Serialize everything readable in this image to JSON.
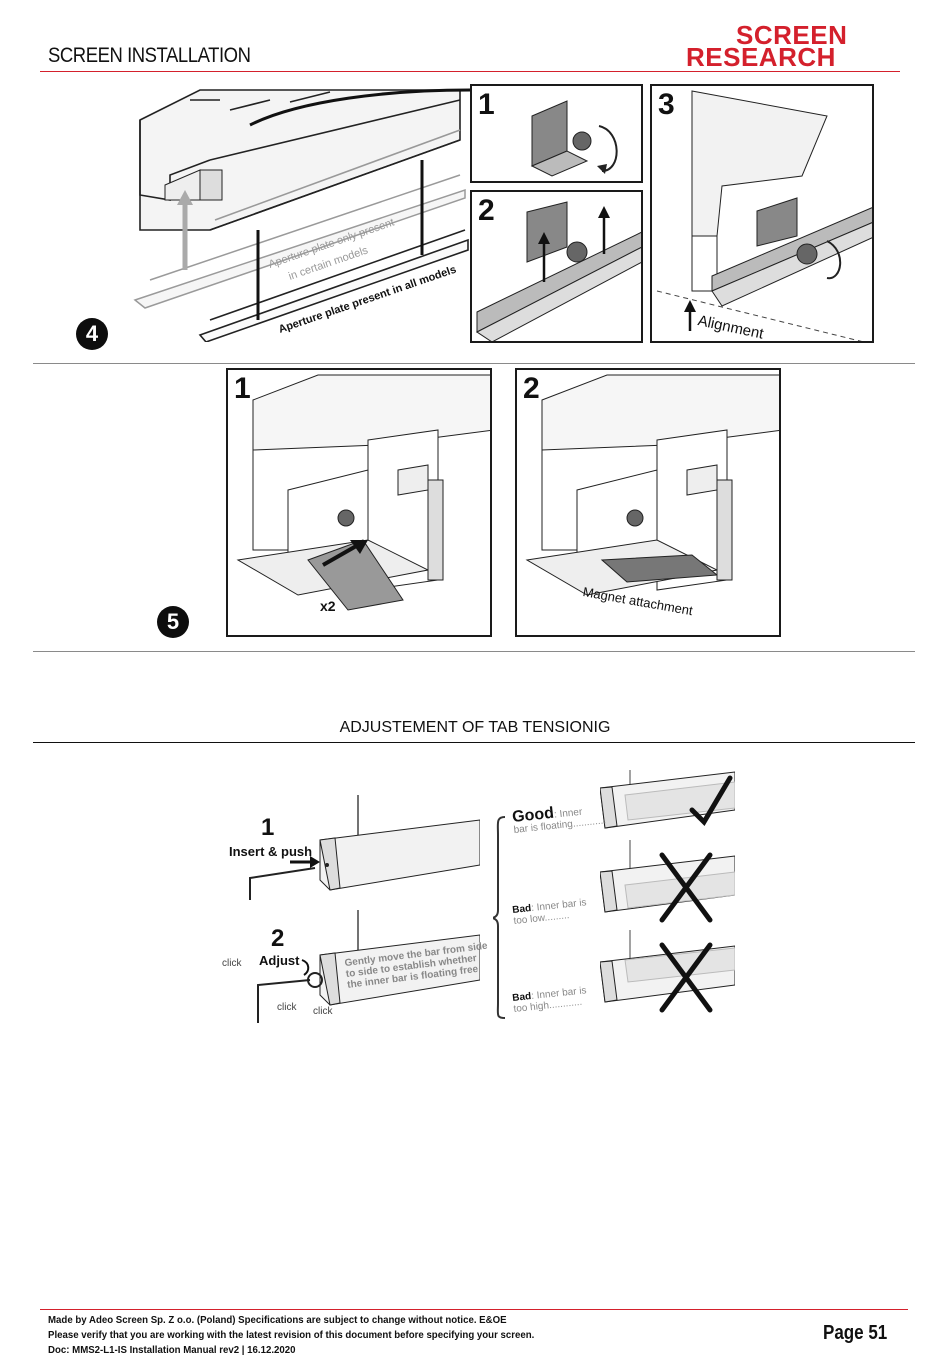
{
  "header": {
    "title": "SCREEN INSTALLATION",
    "logo_line1": "SCREEN",
    "logo_line2": "RESEARCH",
    "brand_color": "#d4202c"
  },
  "step4": {
    "bullet": "❹",
    "label_aperture_optional": "Aperture plate only present in certain models",
    "label_aperture_optional_l1": "Aperture plate only present",
    "label_aperture_optional_l2": "in certain models",
    "label_aperture_all": "Aperture plate present in all models",
    "panel1_num": "1",
    "panel2_num": "2",
    "panel3_num": "3",
    "alignment": "Alignment"
  },
  "step5": {
    "bullet": "❺",
    "panel1_num": "1",
    "panel2_num": "2",
    "x2": "x2",
    "magnet": "Magnet attachment"
  },
  "tension": {
    "title": "ADJUSTEMENT OF TAB TENSIONIG",
    "step1_num": "1",
    "step1_label": "Insert & push",
    "step2_num": "2",
    "step2_label": "Adjust",
    "click": "click",
    "gently_l1": "Gently move the bar from side",
    "gently_l2": "to side to establish whether",
    "gently_l3": "the inner bar is floating free",
    "good_bold": "Good",
    "good_rest_l1": ": Inner",
    "good_rest_l2": "bar is floating............",
    "bad1_bold": "Bad",
    "bad1_rest_l1": ": Inner bar is",
    "bad1_rest_l2": "too low.........",
    "bad2_bold": "Bad",
    "bad2_rest_l1": ": Inner bar is",
    "bad2_rest_l2": "too high............"
  },
  "footer": {
    "line1": "Made by Adeo Screen Sp. Z o.o. (Poland) Specifications are subject to change without notice. E&OE",
    "line2": "Please verify that you are working with the latest revision of this document before specifying your screen.",
    "line3": "Doc: MMS2-L1-IS  Installation Manual rev2 | 16.12.2020",
    "page": "Page 51"
  }
}
